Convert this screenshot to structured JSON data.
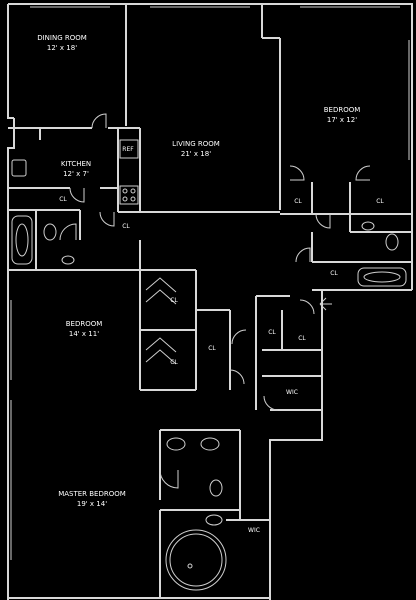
{
  "rooms": {
    "dining": {
      "name": "DINING ROOM",
      "dims": "12' x 18'"
    },
    "living": {
      "name": "LIVING ROOM",
      "dims": "21' x 18'"
    },
    "bedroom_ne": {
      "name": "BEDROOM",
      "dims": "17' x 12'"
    },
    "kitchen": {
      "name": "KITCHEN",
      "dims": "12' x 7'"
    },
    "bedroom_w": {
      "name": "BEDROOM",
      "dims": "14' x 11'"
    },
    "master": {
      "name": "MASTER BEDROOM",
      "dims": "19' x 14'"
    }
  },
  "labels": {
    "ref": "REF",
    "cl": "CL",
    "wic": "WIC"
  },
  "colors": {
    "background": "#000000",
    "lines": "#d8d8d8",
    "text": "#ffffff"
  }
}
